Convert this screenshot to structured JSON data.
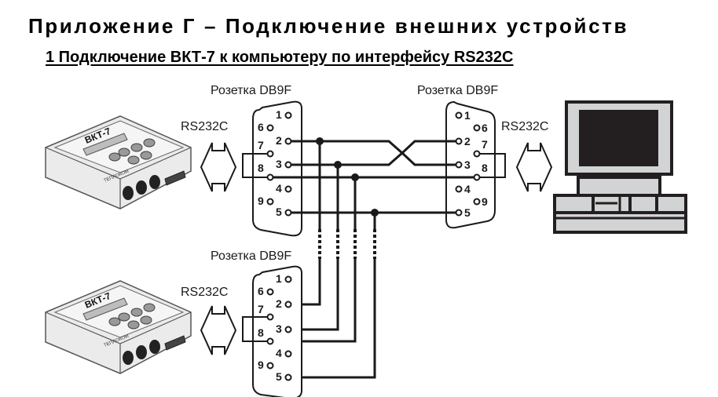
{
  "header": {
    "title": "Приложение Г – Подключение внешних устройств",
    "subtitle": "1 Подключение ВКТ-7 к компьютеру по интерфейсу RS232C"
  },
  "diagram": {
    "device_label": "ВКТ-7",
    "device_brand": "ТЕПЛОКОМ",
    "interface_label": "RS232C",
    "connector_label": "Розетка DB9F",
    "pins": [
      "1",
      "2",
      "3",
      "4",
      "5",
      "6",
      "7",
      "8",
      "9"
    ],
    "connections": [
      {
        "from": "device-1 pin 2",
        "to": "computer pin 3"
      },
      {
        "from": "device-1 pin 3",
        "to": "computer pin 2"
      },
      {
        "from": "device-1 pin 5",
        "to": "computer pin 5"
      },
      {
        "from": "device-1 pin 7",
        "to": "device-1 pin 8"
      },
      {
        "from": "computer pin 7",
        "to": "computer pin 8"
      },
      {
        "from": "device-2 pin 2",
        "to": "device-1 pin 2"
      },
      {
        "from": "device-2 pin 3",
        "to": "device-1 pin 3"
      },
      {
        "from": "device-2 pin 8",
        "to": "device-1 pin 8"
      },
      {
        "from": "device-2 pin 5",
        "to": "device-1 pin 5"
      }
    ],
    "colors": {
      "line": "#1a1a1a",
      "device_body": "#e6e6e6",
      "monitor_frame": "#d0d0d0",
      "screen": "#231f20"
    }
  }
}
